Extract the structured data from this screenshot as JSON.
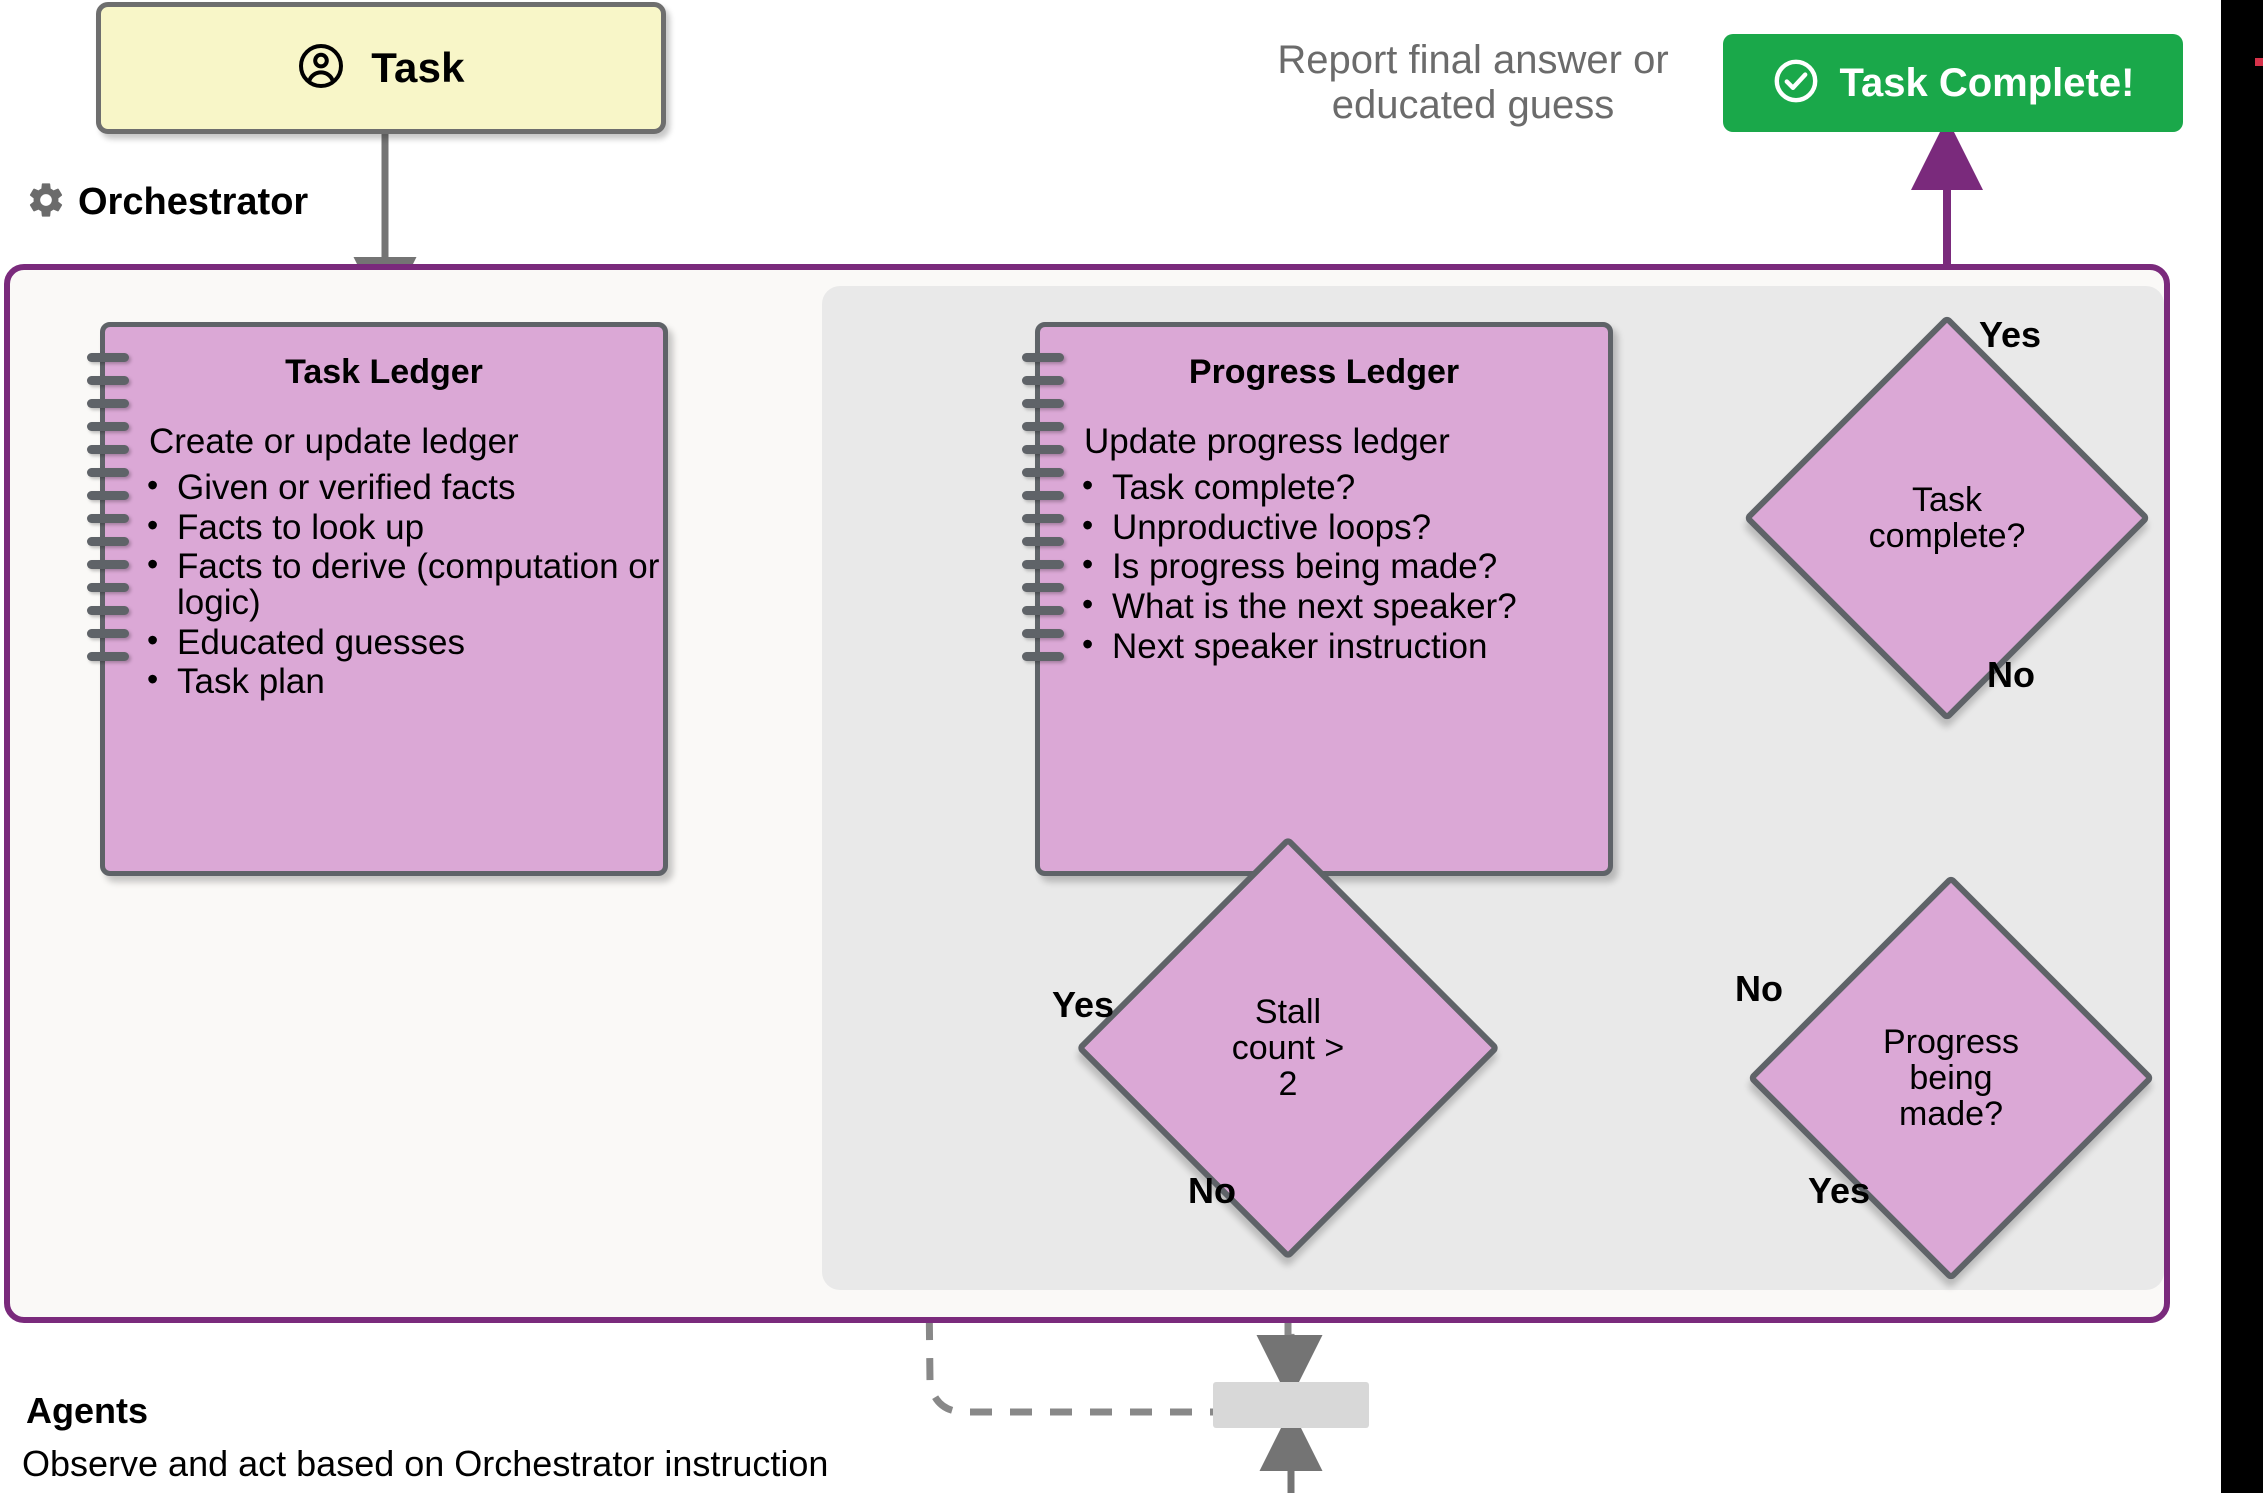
{
  "diagram": {
    "title": "Magentic-One Orchestrator Flow",
    "task_box": {
      "label": "Task",
      "icon": "user-circle-icon"
    },
    "orchestrator": {
      "label": "Orchestrator",
      "icon": "gear-icon"
    },
    "report_caption": "Report final answer or educated guess",
    "complete_badge": {
      "label": "Task Complete!",
      "icon": "check-circle-icon"
    },
    "agents": {
      "title": "Agents",
      "subtitle": "Observe and act based on Orchestrator instruction"
    },
    "task_ledger": {
      "title": "Task Ledger",
      "subtitle": "Create or update ledger",
      "bullets": [
        "Given or verified facts",
        "Facts to look up",
        "Facts to derive (computation or logic)",
        "Educated guesses",
        "Task plan"
      ]
    },
    "progress_ledger": {
      "title": "Progress Ledger",
      "subtitle": "Update progress ledger",
      "bullets": [
        "Task complete?",
        "Unproductive loops?",
        "Is progress being made?",
        "What is the next speaker?",
        "Next speaker instruction"
      ]
    },
    "decisions": {
      "task_complete": {
        "text": "Task complete?",
        "yes": "Yes",
        "no": "No"
      },
      "progress_made": {
        "text_line1": "Progress",
        "text_line2": "being",
        "text_line3": "made?",
        "yes": "Yes",
        "no": "No"
      },
      "stall_count": {
        "text_line1": "Stall",
        "text_line2": "count >",
        "text_line3": "2",
        "yes": "Yes",
        "no": "No"
      }
    },
    "edge_labels": {
      "complete_yes": "Yes",
      "complete_no": "No",
      "progress_no": "No",
      "progress_yes": "Yes",
      "stall_yes": "Yes",
      "stall_no": "No"
    },
    "colors": {
      "ledger_fill": "#dba8d6",
      "ledger_border": "#5f6368",
      "panel_border": "#7a2a7c",
      "panel_fill": "#faf9f7",
      "inner_panel_fill": "#e9e9e9",
      "task_fill": "#f8f6c8",
      "success_green": "#1aa84a",
      "arrow_purple": "#7a2a7c",
      "arrow_gray": "#747474",
      "caption_gray": "#6b6b6b"
    }
  }
}
